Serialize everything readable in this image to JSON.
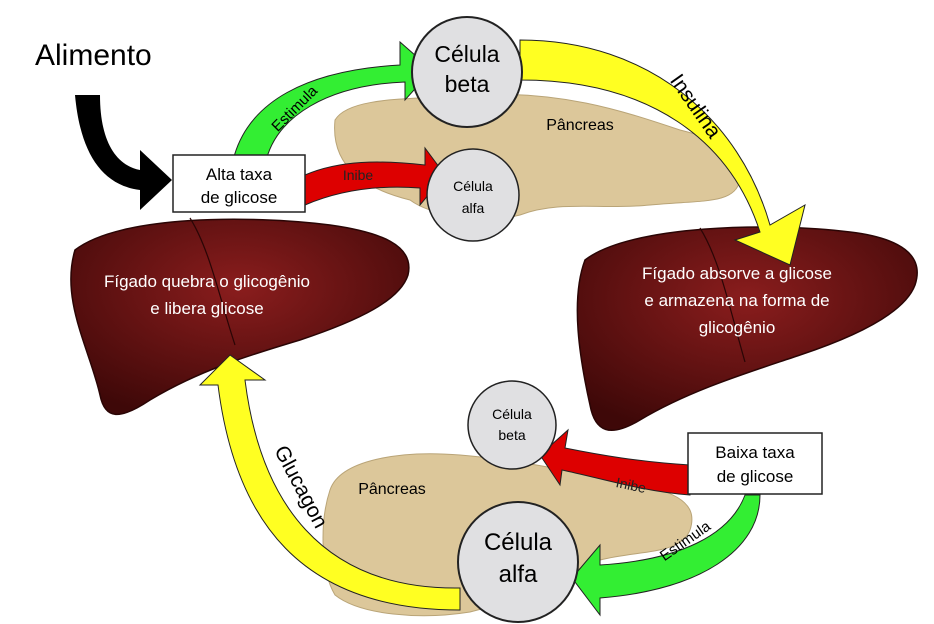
{
  "food_label": "Alimento",
  "high_glucose_box": {
    "line1": "Alta taxa",
    "line2": "de glicose"
  },
  "low_glucose_box": {
    "line1": "Baixa taxa",
    "line2": "de glicose"
  },
  "beta_top": {
    "line1": "Célula",
    "line2": "beta"
  },
  "alpha_top": {
    "line1": "Célula",
    "line2": "alfa"
  },
  "beta_bottom": {
    "line1": "Célula",
    "line2": "beta"
  },
  "alpha_bottom": {
    "line1": "Célula",
    "line2": "alfa"
  },
  "pancreas_top": "Pâncreas",
  "pancreas_bottom": "Pâncreas",
  "arrows": {
    "stimulates_top": "Estimula",
    "inhibits_top": "Inibe",
    "insulin": "Insulina",
    "inhibits_bottom": "Inibe",
    "stimulates_bottom": "Estimula",
    "glucagon": "Glucagon"
  },
  "liver_left": {
    "line1": "Fígado quebra o glicogênio",
    "line2": "e libera glicose"
  },
  "liver_right": {
    "line1": "Fígado absorve a glicose",
    "line2": "e armazena na forma de",
    "line3": "glicogênio"
  },
  "colors": {
    "liver": "#5a0d0d",
    "pancreas": "#dcc79a",
    "stimulate": "#33ee33",
    "inhibit": "#dd0000",
    "hormone": "#ffff22",
    "cell": "#e0e0e2"
  }
}
